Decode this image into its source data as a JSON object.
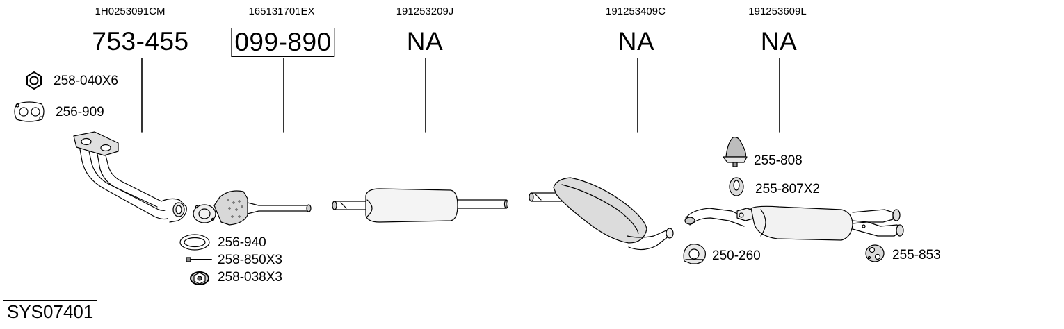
{
  "columns": [
    {
      "oem": "1H0253091CM",
      "part": "753-455",
      "boxed": false
    },
    {
      "oem": "165131701EX",
      "part": "099-890",
      "boxed": true
    },
    {
      "oem": "191253209J",
      "part": "NA",
      "boxed": false
    },
    {
      "oem": "191253409C",
      "part": "NA",
      "boxed": false
    },
    {
      "oem": "191253609L",
      "part": "NA",
      "boxed": false
    }
  ],
  "accessories": {
    "nut_258_040": "258-040X6",
    "gasket_256_909": "256-909",
    "ring_256_940": "256-940",
    "bolt_258_850": "258-850X3",
    "nut_258_038": "258-038X3",
    "mount_255_808": "255-808",
    "ring_255_807": "255-807X2",
    "clamp_250_260": "250-260",
    "hanger_255_853": "255-853"
  },
  "system_code": "SYS07401"
}
